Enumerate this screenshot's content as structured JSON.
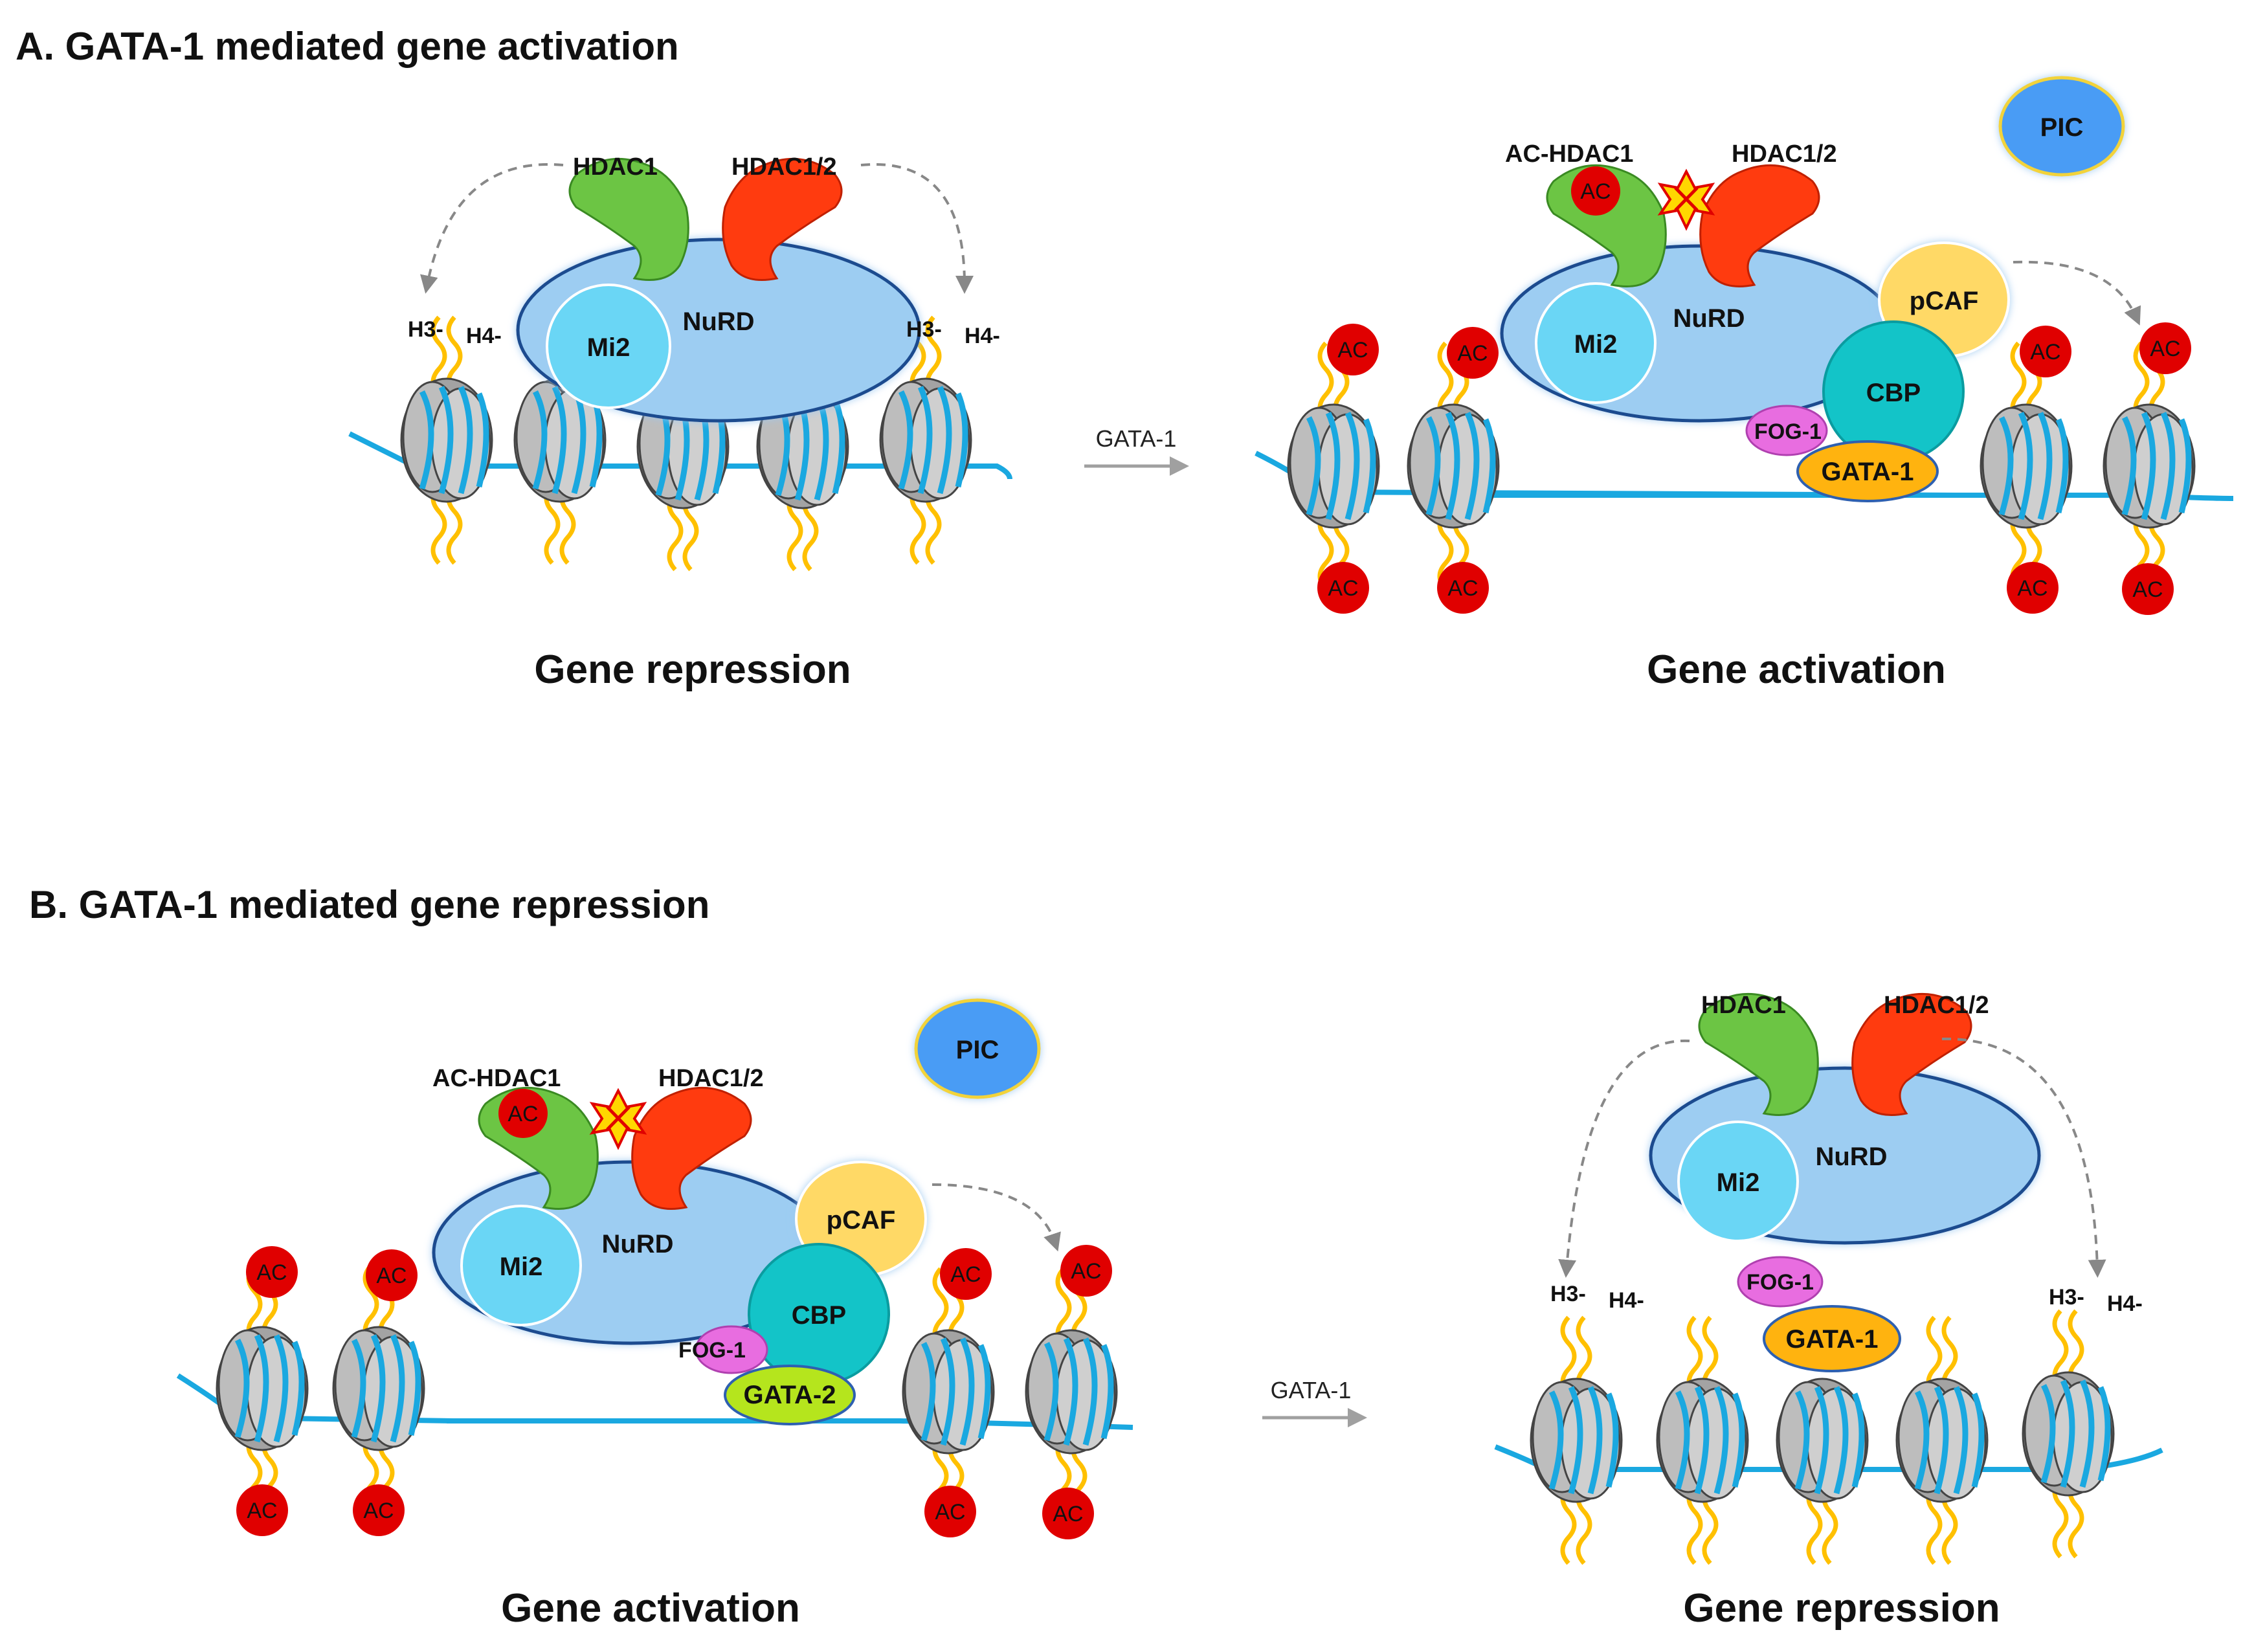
{
  "panel_a": {
    "title": "A. GATA-1 mediated gene activation",
    "left": {
      "hdac1": "HDAC1",
      "hdac12": "HDAC1/2",
      "nurd": "NuRD",
      "mi2": "Mi2",
      "h3_left": "H3-",
      "h4_left": "H4-",
      "h3_right": "H3-",
      "h4_right": "H4-",
      "caption": "Gene repression"
    },
    "transition": "GATA-1",
    "right": {
      "ac_hdac1": "AC-HDAC1",
      "hdac12": "HDAC1/2",
      "pic": "PIC",
      "nurd": "NuRD",
      "mi2": "Mi2",
      "pcaf": "pCAF",
      "cbp": "CBP",
      "fog1": "FOG-1",
      "gata": "GATA-1",
      "ac": "AC",
      "caption": "Gene activation"
    }
  },
  "panel_b": {
    "title": "B. GATA-1 mediated gene repression",
    "left": {
      "ac_hdac1": "AC-HDAC1",
      "hdac12": "HDAC1/2",
      "pic": "PIC",
      "nurd": "NuRD",
      "mi2": "Mi2",
      "pcaf": "pCAF",
      "cbp": "CBP",
      "fog1": "FOG-1",
      "gata": "GATA-2",
      "ac": "AC",
      "caption": "Gene activation"
    },
    "transition": "GATA-1",
    "right": {
      "hdac1": "HDAC1",
      "hdac12": "HDAC1/2",
      "nurd": "NuRD",
      "mi2": "Mi2",
      "fog1": "FOG-1",
      "gata": "GATA-1",
      "h3_left": "H3-",
      "h4_left": "H4-",
      "h3_right": "H3-",
      "h4_right": "H4-",
      "caption": "Gene repression"
    }
  },
  "colors": {
    "nurd": "#9dcdf2",
    "mi2": "#6ad6f5",
    "hdac1": "#6cc544",
    "hdac12": "#ff3b0f",
    "pcaf": "#ffd966",
    "cbp": "#13c4c8",
    "fog1": "#e86de0",
    "gata1": "#ffb30f",
    "gata2": "#b5e51d",
    "pic": "#4a9cf5",
    "ac": "#e00000",
    "dna": "#1aa8e0",
    "tail": "#ffc000",
    "nucleosome": "#9a9a9a"
  },
  "icons": [
    "nucleosome-icon",
    "histone-tail-icon",
    "acetyl-group-icon",
    "inhibition-star-icon",
    "dashed-arrow-icon",
    "transition-arrow-icon"
  ]
}
